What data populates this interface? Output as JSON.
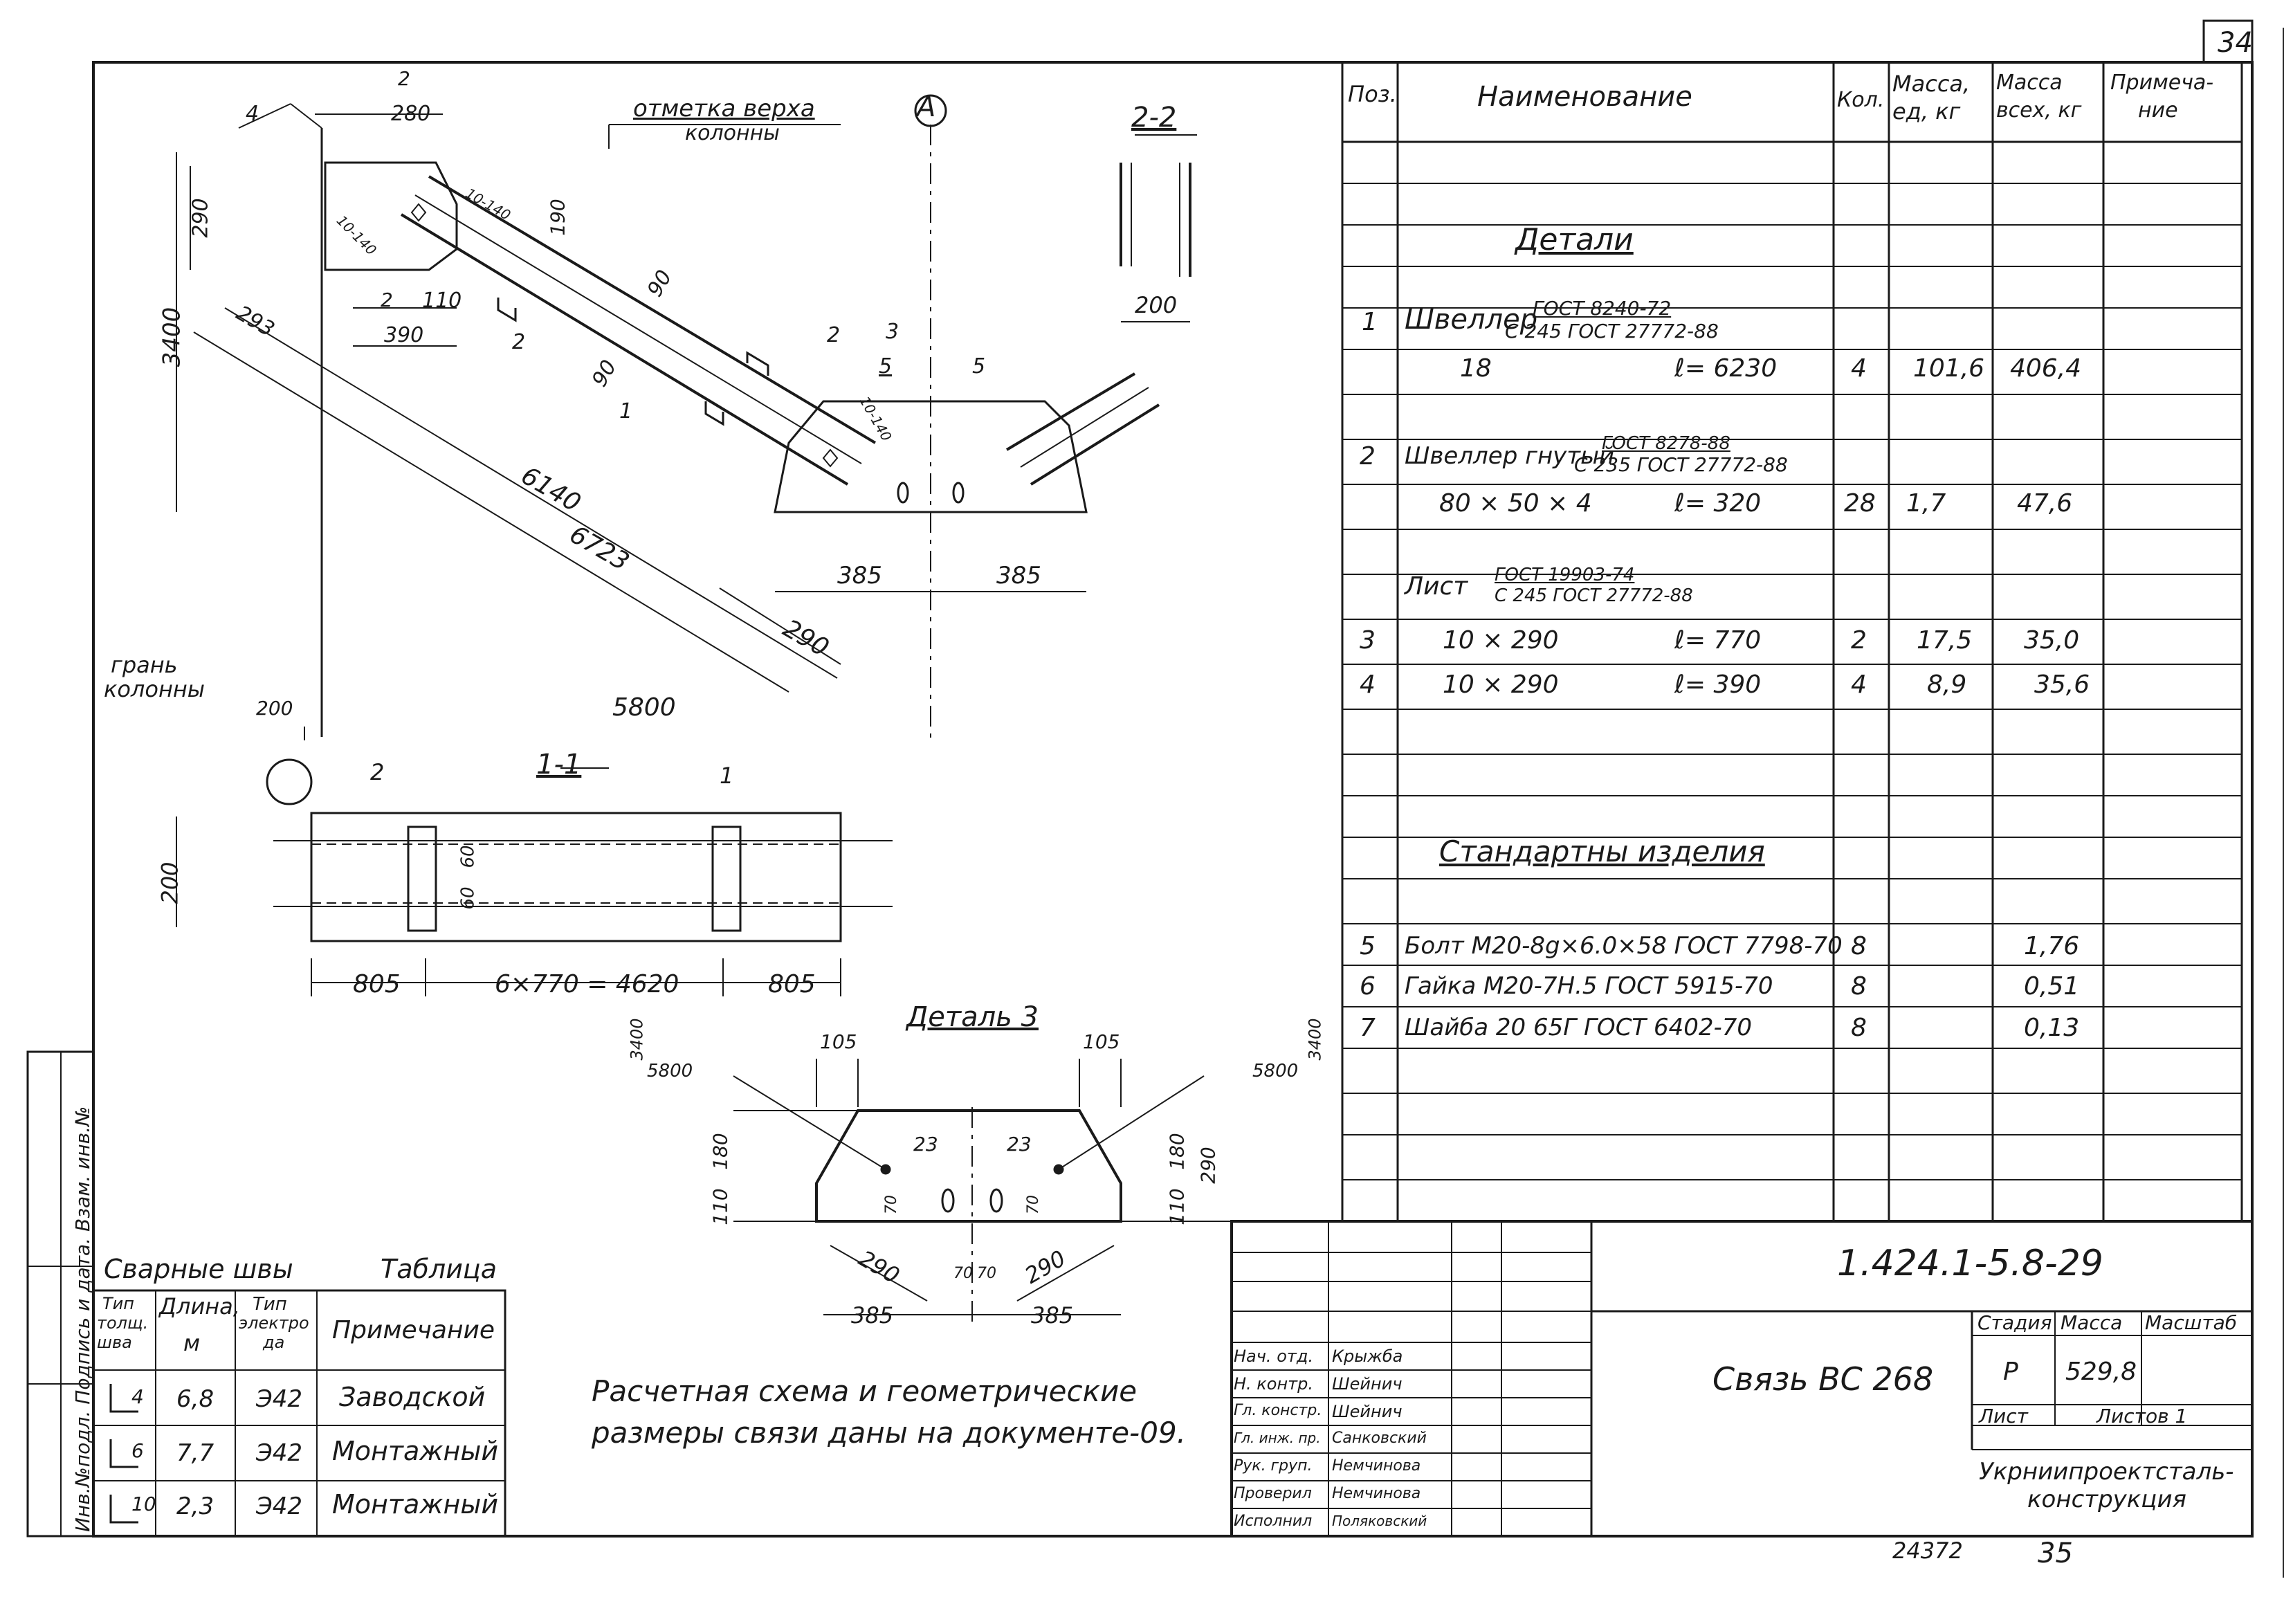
{
  "sheet_number": "34",
  "page_number_bottom": "35",
  "archive_number": "24372",
  "drawing": {
    "ref_mark": "4",
    "section_mark": "2",
    "axis_label": "А",
    "note_top_of_column_1": "отметка верха",
    "note_top_of_column_2": "колонны",
    "column_face_1": "грань",
    "column_face_2": "колонны",
    "section_2_2": "2-2",
    "section_1_1": "1-1",
    "detail_3": "Деталь 3",
    "dims": {
      "d280": "280",
      "d290": "290",
      "d190": "190",
      "d3400": "3400",
      "d293": "293",
      "d110": "110",
      "d390": "390",
      "d10_140a": "10-140",
      "d10_140b": "10-140",
      "d10_140c": "10-140",
      "d90a": "90",
      "d90b": "90",
      "d6140": "6140",
      "d6723": "6723",
      "d385a": "385",
      "d385b": "385",
      "d290b": "290",
      "d5800": "5800",
      "d200a": "200",
      "d200b": "200",
      "d200c": "200",
      "d60a": "60",
      "d60b": "60",
      "d805a": "805",
      "d805b": "805",
      "d6x770": "6×770 = 4620",
      "d105a": "105",
      "d105b": "105",
      "d180a": "180",
      "d180b": "180",
      "d110a": "110",
      "d110b": "110",
      "d290c": "290",
      "d290d": "290",
      "d290e": "290",
      "d23a": "23",
      "d23b": "23",
      "d70a": "70",
      "d70b": "70",
      "d70c": "70",
      "d70d": "70",
      "d385c": "385",
      "d385d": "385",
      "slope_l_top": "3400",
      "slope_l_bot": "5800",
      "slope_r_top": "3400",
      "slope_r_bot": "5800",
      "pos1": "1",
      "pos2a": "2",
      "pos2b": "2",
      "pos2c": "2",
      "pos3": "3",
      "pos5a": "5",
      "pos5b": "5",
      "pos1b": "1"
    },
    "note_line1": "Расчетная схема и геометрические",
    "note_line2": "размеры связи даны на документе-09."
  },
  "spec_table": {
    "headers": [
      "Поз.",
      "Наименование",
      "Кол.",
      "Масса, ед, кг",
      "Масса всех, кг",
      "Примеча-ние"
    ],
    "header_mass1_a": "Масса,",
    "header_mass1_b": "ед, кг",
    "header_mass2_a": "Масса",
    "header_mass2_b": "всех, кг",
    "header_note_a": "Примеча-",
    "header_note_b": "ние",
    "section_details": "Детали",
    "section_standard": "Стандартны изделия",
    "rows": [
      {
        "pos": "1",
        "name": "Швеллер",
        "std_top": "ГОСТ 8240-72",
        "std_bot": "С 245 ГОСТ 27772-88"
      },
      {
        "pos": "",
        "name": "18",
        "len": "ℓ= 6230",
        "qty": "4",
        "m1": "101,6",
        "m2": "406,4"
      },
      {
        "pos": "2",
        "name": "Швеллер гнутый",
        "std_top": "ГОСТ 8278-88",
        "std_bot": "С 235 ГОСТ 27772-88"
      },
      {
        "pos": "",
        "name": "80 × 50 × 4",
        "len": "ℓ= 320",
        "qty": "28",
        "m1": "1,7",
        "m2": "47,6"
      },
      {
        "pos": "",
        "name": "Лист",
        "std_top": "ГОСТ 19903-74",
        "std_bot": "С 245 ГОСТ 27772-88"
      },
      {
        "pos": "3",
        "name": "10 × 290",
        "len": "ℓ= 770",
        "qty": "2",
        "m1": "17,5",
        "m2": "35,0"
      },
      {
        "pos": "4",
        "name": "10 × 290",
        "len": "ℓ= 390",
        "qty": "4",
        "m1": "8,9",
        "m2": "35,6"
      },
      {
        "pos": "5",
        "name": "Болт М20-8g×6.0×58 ГОСТ 7798-70",
        "qty": "8",
        "m2": "1,76"
      },
      {
        "pos": "6",
        "name": "Гайка М20-7Н.5 ГОСТ 5915-70",
        "qty": "8",
        "m2": "0,51"
      },
      {
        "pos": "7",
        "name": "Шайба 20 65Г ГОСТ 6402-70",
        "qty": "8",
        "m2": "0,13"
      }
    ]
  },
  "weld_table": {
    "title_left": "Сварные швы",
    "title_right": "Таблица",
    "h_type_a": "Тип",
    "h_type_b": "толщ.",
    "h_type_c": "шва",
    "h_len_a": "Длина,",
    "h_len_b": "м",
    "h_el_a": "Тип",
    "h_el_b": "электро",
    "h_el_c": "да",
    "h_note": "Примечание",
    "rows": [
      {
        "type": "4",
        "len": "6,8",
        "el": "Э42",
        "note": "Заводской"
      },
      {
        "type": "6",
        "len": "7,7",
        "el": "Э42",
        "note": "Монтажный"
      },
      {
        "type": "10",
        "len": "2,3",
        "el": "Э42",
        "note": "Монтажный"
      }
    ]
  },
  "title_block": {
    "code": "1.424.1-5.8-29",
    "item_name": "Связь ВС 268",
    "stage_label": "Стадия",
    "mass_label": "Масса",
    "scale_label": "Масштаб",
    "stage": "Р",
    "mass": "529,8",
    "sheet_label": "Лист",
    "sheets_label": "Листов 1",
    "org_1": "Укрниипроектсталь-",
    "org_2": "конструкция",
    "roles": [
      {
        "role": "Нач. отд.",
        "name": "Крыжба"
      },
      {
        "role": "Н. контр.",
        "name": "Шейнич"
      },
      {
        "role": "Гл. констр.",
        "name": "Шейнич"
      },
      {
        "role": "Гл. инж. пр.",
        "name": "Санковский"
      },
      {
        "role": "Рук. груп.",
        "name": "Немчинова"
      },
      {
        "role": "Проверил",
        "name": "Немчинова"
      },
      {
        "role": "Исполнил",
        "name": "Поляковский"
      }
    ]
  },
  "side_stamp": "Инв.№подл. Подпись и дата. Взам. инв.№"
}
